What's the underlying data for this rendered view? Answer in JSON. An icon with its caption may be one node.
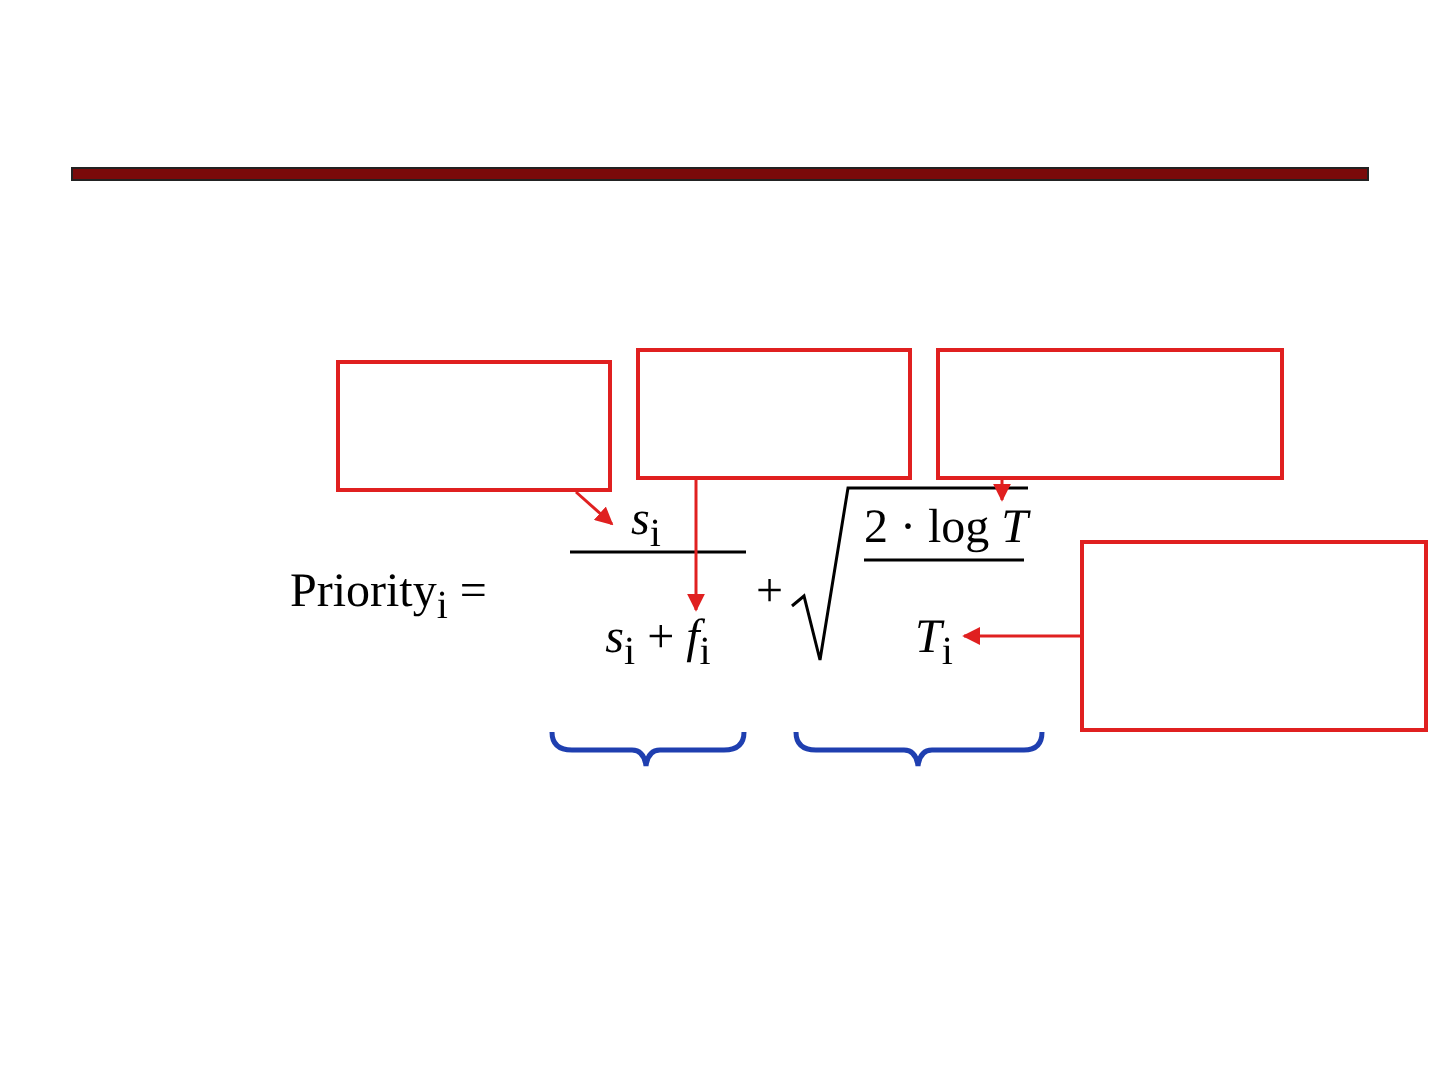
{
  "diagram": {
    "nodes": [
      {
        "text": [],
        "shape": "box"
      },
      {
        "text": [],
        "shape": "box"
      },
      {
        "text": [],
        "shape": "box"
      },
      {
        "text": [],
        "shape": "box"
      },
      {
        "text": [
          "*s*$_{i}$"
        ]
      },
      {
        "text": [
          "*s*$_{i}$ + *f*$_{i}$"
        ]
      },
      {
        "text": [
          "2 · log *T*"
        ]
      },
      {
        "text": [
          "*T*$_{i}$"
        ]
      }
    ],
    "edges": [
      {
        "from": 0,
        "to": 4,
        "arrow": "to"
      },
      {
        "from": 1,
        "to": 5,
        "arrow": "to"
      },
      {
        "from": 2,
        "to": 6,
        "arrow": "to"
      },
      {
        "from": 3,
        "to": 7,
        "arrow": "to"
      }
    ],
    "labels": [
      "Priority$_{i}$ =",
      "+"
    ]
  }
}
